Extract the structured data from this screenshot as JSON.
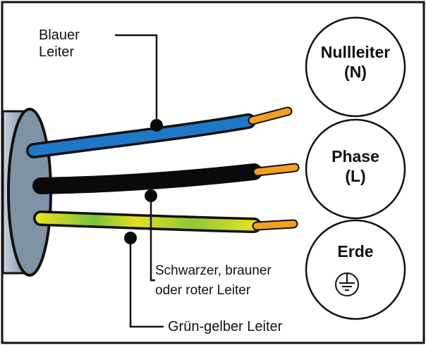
{
  "labels": {
    "blue": [
      "Blauer",
      "Leiter"
    ],
    "black": [
      "Schwarzer, brauner",
      "oder roter Leiter"
    ],
    "green_yellow": "Grün-gelber Leiter"
  },
  "terminals": [
    {
      "name": "Nullleiter",
      "symbol": "(N)"
    },
    {
      "name": "Phase",
      "symbol": "(L)"
    },
    {
      "name": "Erde",
      "icon": "ground-symbol-icon"
    }
  ],
  "colors": {
    "border": "#111111",
    "cable_sheath": "#8e9fb0",
    "wire_blue": "#1e78c8",
    "wire_black": "#0a0a0a",
    "wire_green": "#4fb23a",
    "wire_yellow": "#e6e021",
    "conductor": "#f2a01e"
  }
}
